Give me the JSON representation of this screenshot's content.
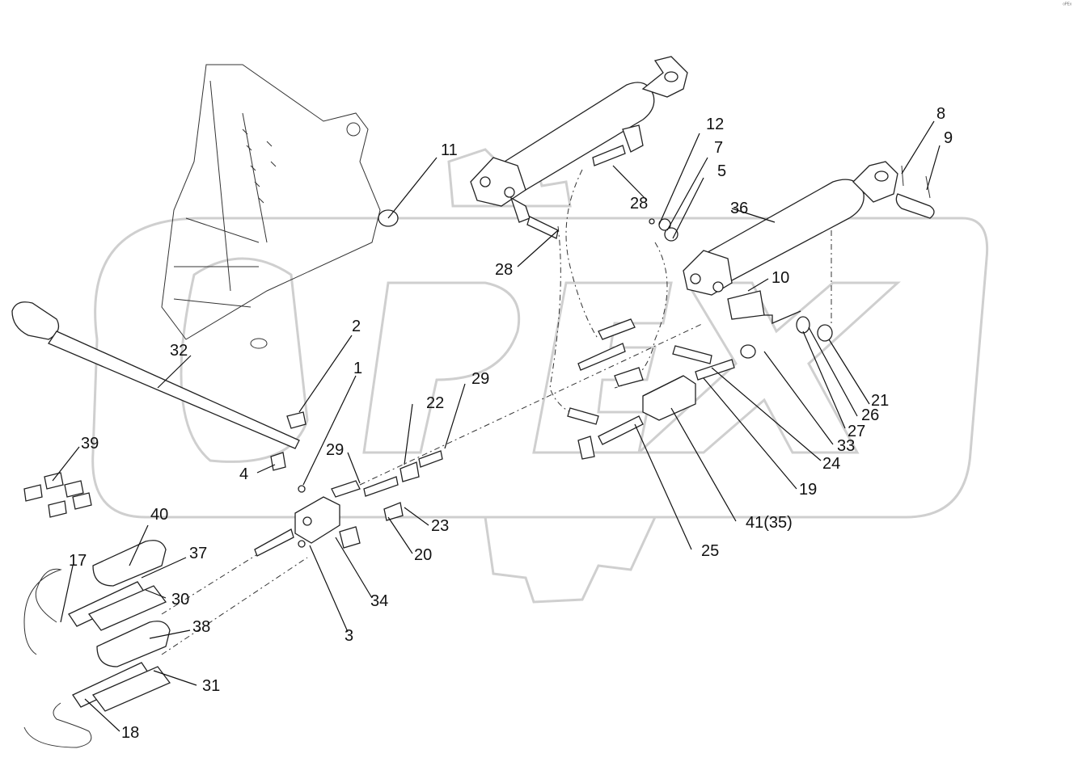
{
  "corner_mark": "ᵒᴾᴱˣ",
  "callouts": [
    {
      "id": "1",
      "text": "1"
    },
    {
      "id": "2",
      "text": "2"
    },
    {
      "id": "3",
      "text": "3"
    },
    {
      "id": "4",
      "text": "4"
    },
    {
      "id": "5",
      "text": "5"
    },
    {
      "id": "7",
      "text": "7"
    },
    {
      "id": "8",
      "text": "8"
    },
    {
      "id": "9",
      "text": "9"
    },
    {
      "id": "10",
      "text": "10"
    },
    {
      "id": "11",
      "text": "11"
    },
    {
      "id": "12",
      "text": "12"
    },
    {
      "id": "17",
      "text": "17"
    },
    {
      "id": "18",
      "text": "18"
    },
    {
      "id": "19",
      "text": "19"
    },
    {
      "id": "20",
      "text": "20"
    },
    {
      "id": "21",
      "text": "21"
    },
    {
      "id": "22",
      "text": "22"
    },
    {
      "id": "23",
      "text": "23"
    },
    {
      "id": "24",
      "text": "24"
    },
    {
      "id": "25",
      "text": "25"
    },
    {
      "id": "26",
      "text": "26"
    },
    {
      "id": "27",
      "text": "27"
    },
    {
      "id": "28a",
      "text": "28"
    },
    {
      "id": "28b",
      "text": "28"
    },
    {
      "id": "29a",
      "text": "29"
    },
    {
      "id": "29b",
      "text": "29"
    },
    {
      "id": "30",
      "text": "30"
    },
    {
      "id": "31",
      "text": "31"
    },
    {
      "id": "32",
      "text": "32"
    },
    {
      "id": "33",
      "text": "33"
    },
    {
      "id": "34",
      "text": "34"
    },
    {
      "id": "36",
      "text": "36"
    },
    {
      "id": "37",
      "text": "37"
    },
    {
      "id": "38",
      "text": "38"
    },
    {
      "id": "39",
      "text": "39"
    },
    {
      "id": "40",
      "text": "40"
    },
    {
      "id": "41",
      "text": "41(35)"
    }
  ]
}
